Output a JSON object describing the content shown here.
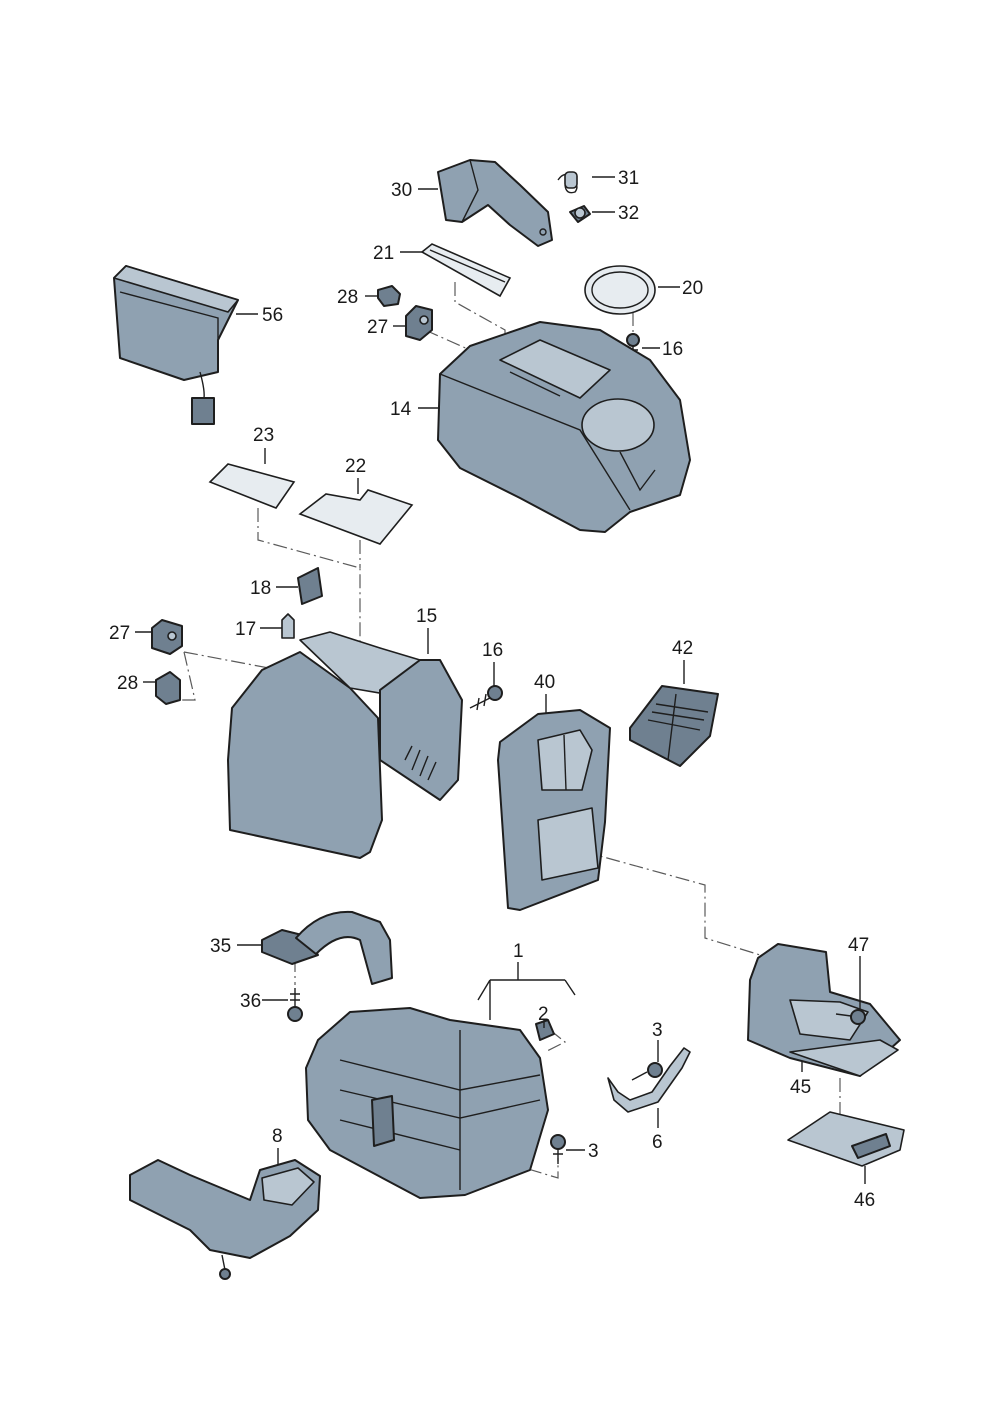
{
  "diagram": {
    "type": "exploded-parts-diagram",
    "callouts": {
      "c1": "1",
      "c2": "2",
      "c3a": "3",
      "c3b": "3",
      "c6": "6",
      "c8": "8",
      "c14": "14",
      "c15": "15",
      "c16a": "16",
      "c16b": "16",
      "c17": "17",
      "c18": "18",
      "c20": "20",
      "c21": "21",
      "c22": "22",
      "c23": "23",
      "c27a": "27",
      "c27b": "27",
      "c28a": "28",
      "c28b": "28",
      "c30": "30",
      "c31": "31",
      "c32": "32",
      "c35": "35",
      "c36": "36",
      "c40": "40",
      "c42": "42",
      "c45": "45",
      "c46": "46",
      "c47": "47",
      "c56": "56"
    }
  }
}
